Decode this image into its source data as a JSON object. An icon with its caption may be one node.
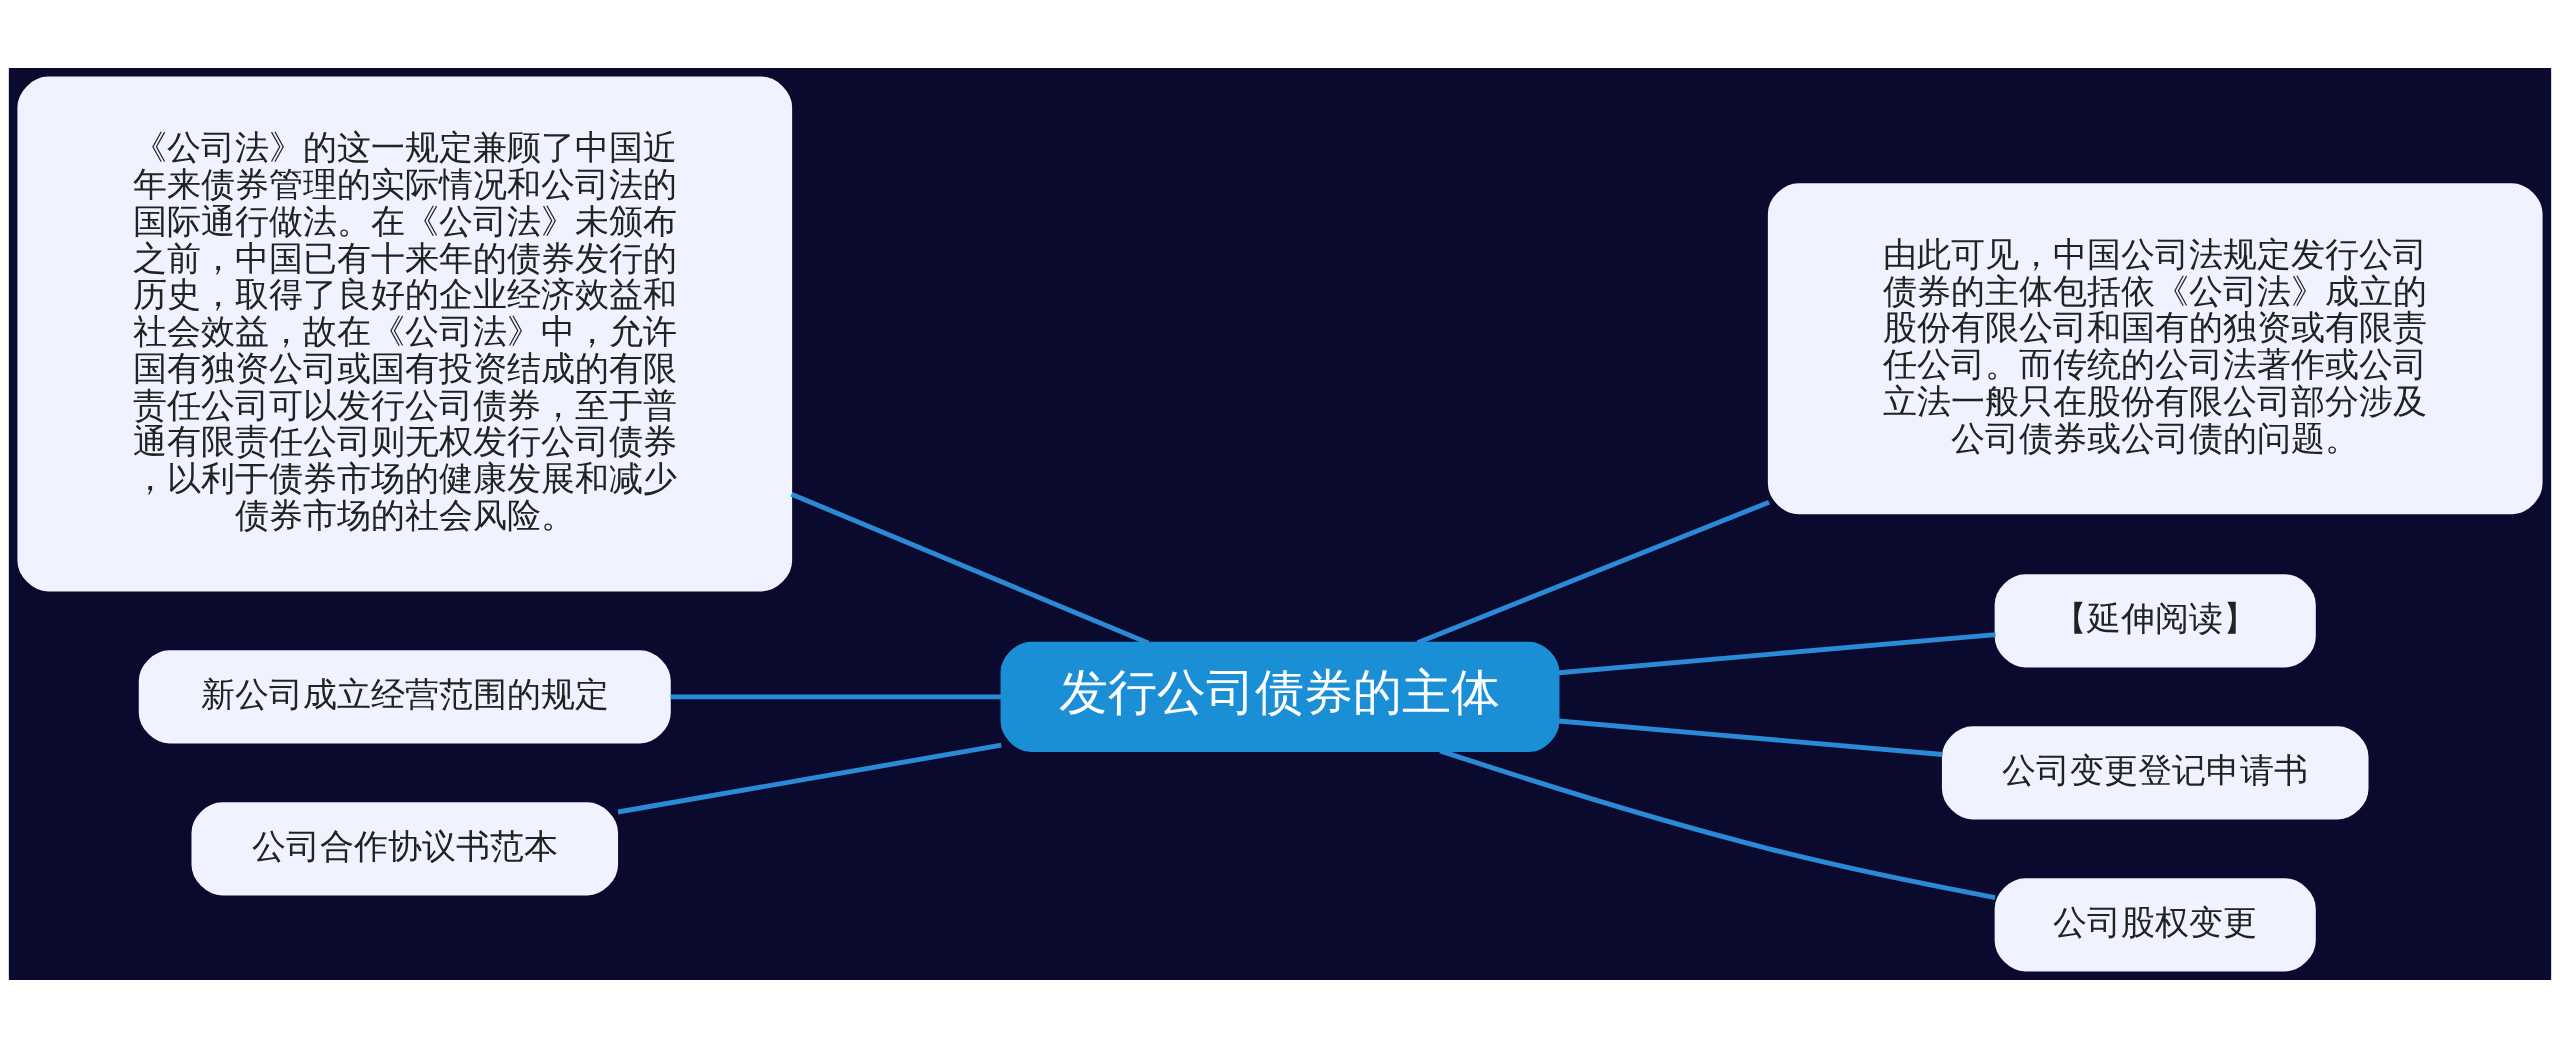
{
  "diagram": {
    "nodes": [
      {
        "text": [
          "发行公司债券的主体"
        ]
      },
      {
        "text": [
          "《公司法》的这一规定兼顾了中国近年来债券管理的实际情况和公司法的国际通行做法。在《公司法》未颁布之前，中国已有十来年的债券发行的历史，取得了良好的企业经济效益和社会效益，故在《公司法》中，允许国有独资公司或国有投资结成的有限责任公司可以发行公司债券，至于普通有限责任公司则无权发行公司债券，以利于债券市场的健康发展和减少债券市场的社会风险。"
        ]
      },
      {
        "text": [
          "新公司成立经营范围的规定"
        ]
      },
      {
        "text": [
          "公司合作协议书范本"
        ]
      },
      {
        "text": [
          "由此可见，中国公司法规定发行公司债券的主体包括依《公司法》成立的股份有限公司和国有的独资或有限责任公司。而传统的公司法著作或公司立法一般只在股份有限公司部分涉及公司债券或公司债的问题。"
        ]
      },
      {
        "text": [
          "【延伸阅读】"
        ]
      },
      {
        "text": [
          "公司变更登记申请书"
        ]
      },
      {
        "text": [
          "公司股权变更"
        ]
      }
    ],
    "edges": [
      {
        "from": 0,
        "to": 1,
        "arrow": "none"
      },
      {
        "from": 0,
        "to": 2,
        "arrow": "none"
      },
      {
        "from": 0,
        "to": 3,
        "arrow": "none"
      },
      {
        "from": 0,
        "to": 4,
        "arrow": "none"
      },
      {
        "from": 0,
        "to": 5,
        "arrow": "none"
      },
      {
        "from": 0,
        "to": 6,
        "arrow": "none"
      },
      {
        "from": 0,
        "to": 7,
        "arrow": "none"
      }
    ]
  }
}
